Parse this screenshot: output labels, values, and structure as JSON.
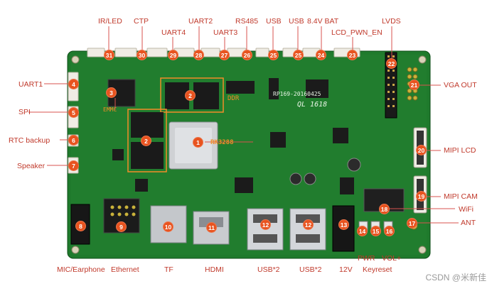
{
  "figure": {
    "silkscreen": {
      "board_id": "RP169-20160425",
      "code": "QL 1618",
      "dram_label": "DDR",
      "cpu_label": "RK3288",
      "emmc_label": "EMMC"
    },
    "watermark": "CSDN @米新佳"
  },
  "callouts": [
    {
      "id": "ir-led",
      "num": "31",
      "label": "IR/LED"
    },
    {
      "id": "ctp",
      "num": "30",
      "label": "CTP"
    },
    {
      "id": "uart4",
      "num": "29",
      "label": "UART4"
    },
    {
      "id": "uart2",
      "num": "28",
      "label": "UART2"
    },
    {
      "id": "uart3",
      "num": "27",
      "label": "UART3"
    },
    {
      "id": "rs485",
      "num": "26",
      "label": "RS485"
    },
    {
      "id": "usb-a",
      "num": "25",
      "label": "USB"
    },
    {
      "id": "usb-b",
      "num": "25",
      "label": "USB"
    },
    {
      "id": "bat",
      "num": "24",
      "label": "8.4V BAT"
    },
    {
      "id": "lcd-pwn",
      "num": "23",
      "label": "LCD_PWN_EN"
    },
    {
      "id": "lvds",
      "num": "22",
      "label": "LVDS"
    },
    {
      "id": "vga-out",
      "num": "21",
      "label": "VGA OUT"
    },
    {
      "id": "mipi-lcd",
      "num": "20",
      "label": "MIPI LCD"
    },
    {
      "id": "mipi-cam",
      "num": "19",
      "label": "MIPI CAM"
    },
    {
      "id": "wifi",
      "num": "18",
      "label": "WiFi"
    },
    {
      "id": "ant",
      "num": "17",
      "label": "ANT"
    },
    {
      "id": "vol-plus",
      "num": "16",
      "label": "VOL+"
    },
    {
      "id": "keyreset",
      "num": "15",
      "label": "Keyreset"
    },
    {
      "id": "pwr",
      "num": "14",
      "label": "PWR"
    },
    {
      "id": "dc12v",
      "num": "13",
      "label": "12V"
    },
    {
      "id": "usb2-a",
      "num": "12",
      "label": "USB*2"
    },
    {
      "id": "usb2-b",
      "num": "12",
      "label": "USB*2"
    },
    {
      "id": "hdmi",
      "num": "11",
      "label": "HDMI"
    },
    {
      "id": "tf",
      "num": "10",
      "label": "TF"
    },
    {
      "id": "ethernet",
      "num": "9",
      "label": "Ethernet"
    },
    {
      "id": "mic",
      "num": "8",
      "label": "MIC/Earphone"
    },
    {
      "id": "speaker",
      "num": "7",
      "label": "Speaker"
    },
    {
      "id": "rtc",
      "num": "6",
      "label": "RTC backup"
    },
    {
      "id": "spi",
      "num": "5",
      "label": "SPI"
    },
    {
      "id": "uart1",
      "num": "4",
      "label": "UART1"
    },
    {
      "id": "emmc",
      "num": "3",
      "label": ""
    },
    {
      "id": "ddr-top",
      "num": "2",
      "label": ""
    },
    {
      "id": "ddr-left",
      "num": "2",
      "label": ""
    },
    {
      "id": "cpu",
      "num": "1",
      "label": ""
    }
  ],
  "colors": {
    "pcb": "#1f7a2c",
    "pcb_dark": "#145a1f",
    "callout_circle": "#e8531f",
    "label_text": "#c0392b",
    "leader_line": "#d9534f",
    "box_outline": "#f28c28"
  }
}
